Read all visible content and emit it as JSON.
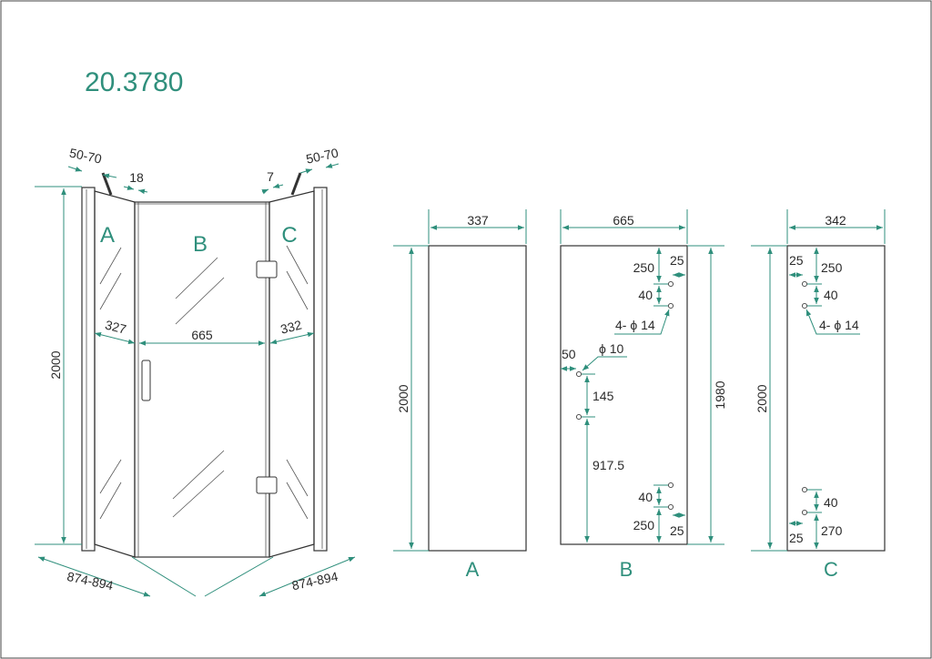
{
  "title": "20.3780",
  "colors": {
    "accent": "#2f8f7c",
    "line": "#333333"
  },
  "overview": {
    "panel_labels": [
      "A",
      "B",
      "C"
    ],
    "height": "2000",
    "adjust_left": "50-70",
    "adjust_right": "50-70",
    "gap_left": "18",
    "gap_right": "7",
    "width_a": "327",
    "width_b": "665",
    "width_c": "332",
    "diag_left": "874-894",
    "diag_right": "874-894"
  },
  "panel_a": {
    "label": "A",
    "width": "337",
    "height": "2000"
  },
  "panel_b": {
    "label": "B",
    "width": "665",
    "height": "1980",
    "top_offset": "250",
    "edge_offset_top": "25",
    "hole_spacing_top": "40",
    "hole_spec_hinge": "4- ϕ 14",
    "handle_hole": "ϕ 10",
    "handle_edge": "50",
    "handle_spacing": "145",
    "handle_height": "917.5",
    "hole_spacing_bottom": "40",
    "bottom_offset": "250",
    "edge_offset_bottom": "25"
  },
  "panel_c": {
    "label": "C",
    "width": "342",
    "height": "2000",
    "edge_offset_top": "25",
    "top_offset": "250",
    "hole_spacing_top": "40",
    "hole_spec": "4- ϕ 14",
    "hole_spacing_bottom": "40",
    "bottom_offset": "270",
    "edge_offset_bottom": "25"
  }
}
